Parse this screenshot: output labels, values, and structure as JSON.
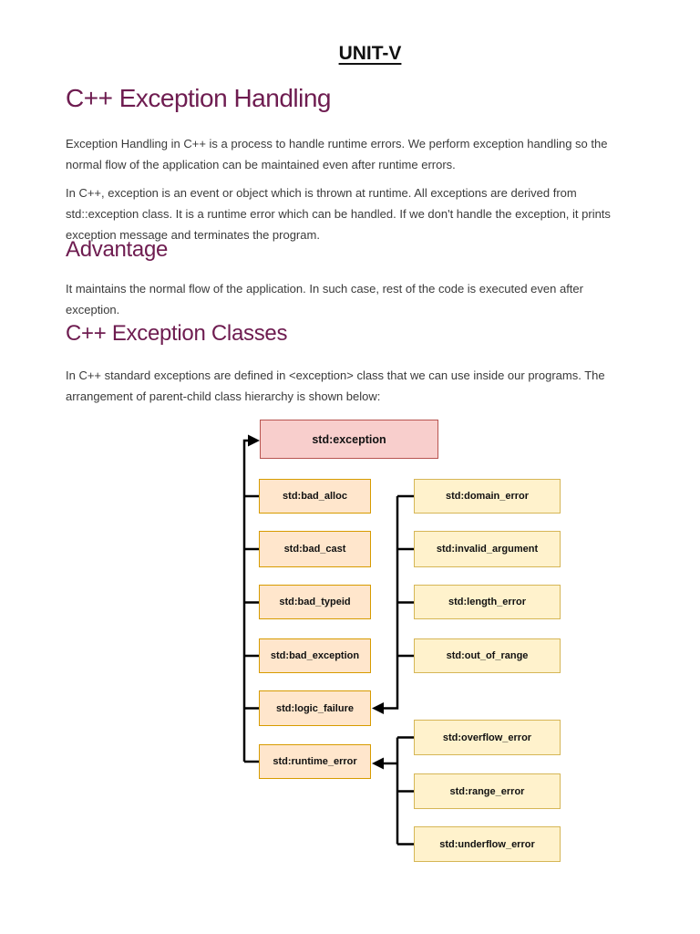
{
  "page": {
    "unit_title": "UNIT-V"
  },
  "sections": [
    {
      "heading": "C++ Exception Handling",
      "paragraphs": [
        "Exception Handling in C++ is a process to handle runtime errors. We perform exception handling so the\nnormal flow of the application can be maintained even after runtime errors.",
        "In C++, exception is an event or object which is thrown at runtime. All exceptions are derived from\nstd::exception class. It is a runtime error which can be handled. If we don't handle the exception, it prints\nexception message and terminates the program."
      ]
    },
    {
      "heading": "Advantage",
      "paragraphs": [
        "It maintains the normal flow of the application. In such case, rest of the code is executed even after\nexception."
      ]
    },
    {
      "heading": "C++ Exception Classes",
      "paragraphs": [
        "In C++ standard exceptions are defined in <exception> class that we can use inside our programs. The\narrangement of parent-child class hierarchy is shown below:"
      ]
    }
  ],
  "diagram": {
    "nodes": {
      "exception": "std:exception",
      "bad_alloc": "std:bad_alloc",
      "bad_cast": "std:bad_cast",
      "bad_typeid": "std:bad_typeid",
      "bad_exception": "std:bad_exception",
      "logic_failure": "std:logic_failure",
      "runtime_error": "std:runtime_error",
      "domain_error": "std:domain_error",
      "invalid_argument": "std:invalid_argument",
      "length_error": "std:length_error",
      "out_of_range": "std:out_of_range",
      "overflow_error": "std:overflow_error",
      "range_error": "std:range_error",
      "underflow_error": "std:underflow_error"
    }
  },
  "colors": {
    "heading": "#6e1c50",
    "body_text": "#3a3a3a",
    "root_fill": "#f8cecc",
    "root_stroke": "#b85450",
    "left_fill": "#ffe6cc",
    "left_stroke": "#d79b00",
    "right_fill": "#fff2cc",
    "right_stroke": "#d6b656",
    "connector": "#000000"
  }
}
